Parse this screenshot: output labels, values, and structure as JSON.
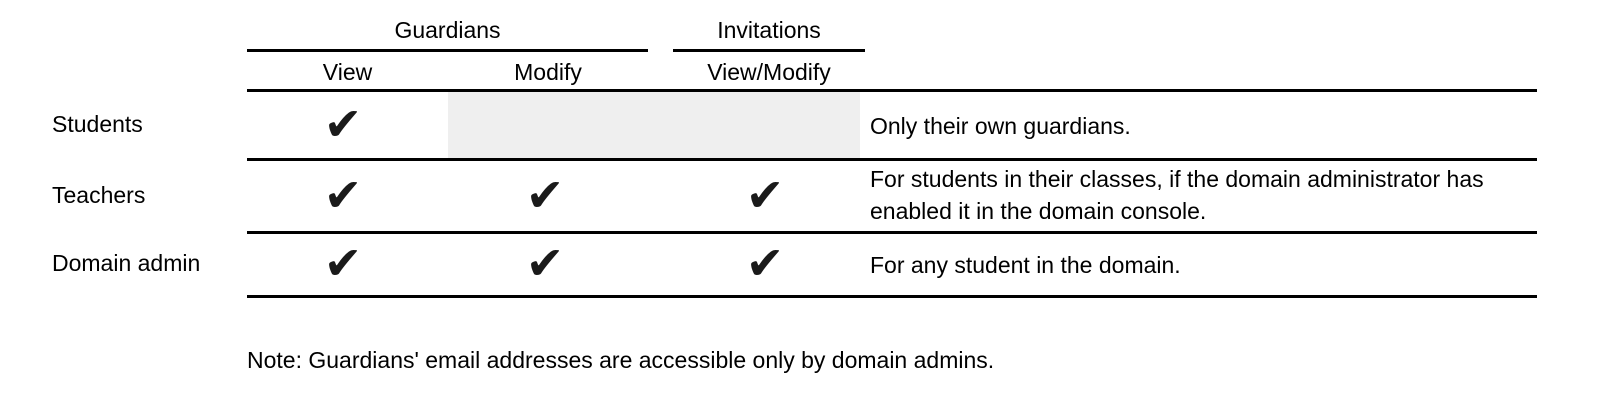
{
  "table": {
    "column_groups": [
      {
        "label": "Guardians"
      },
      {
        "label": "Invitations"
      }
    ],
    "columns": [
      {
        "label": "View",
        "group": "Guardians"
      },
      {
        "label": "Modify",
        "group": "Guardians"
      },
      {
        "label": "View/Modify",
        "group": "Invitations"
      }
    ],
    "check_glyph": "✔",
    "rows": [
      {
        "label": "Students",
        "permissions": {
          "view": true,
          "modify": false,
          "view_modify": false
        },
        "modify_and_invitations_disabled": true,
        "note": "Only their own guardians."
      },
      {
        "label": "Teachers",
        "permissions": {
          "view": true,
          "modify": true,
          "view_modify": true
        },
        "note": "For students in their classes, if the domain administrator has enabled it in the domain console."
      },
      {
        "label": "Domain admin",
        "permissions": {
          "view": true,
          "modify": true,
          "view_modify": true
        },
        "note": "For any student in the domain."
      }
    ]
  },
  "footnote": "Note: Guardians' email addresses are accessible only by domain admins.",
  "colors": {
    "text": "#000000",
    "rule": "#000000",
    "check": "#1a1a1a",
    "disabled_cell_bg": "#efefef",
    "background": "#ffffff"
  }
}
